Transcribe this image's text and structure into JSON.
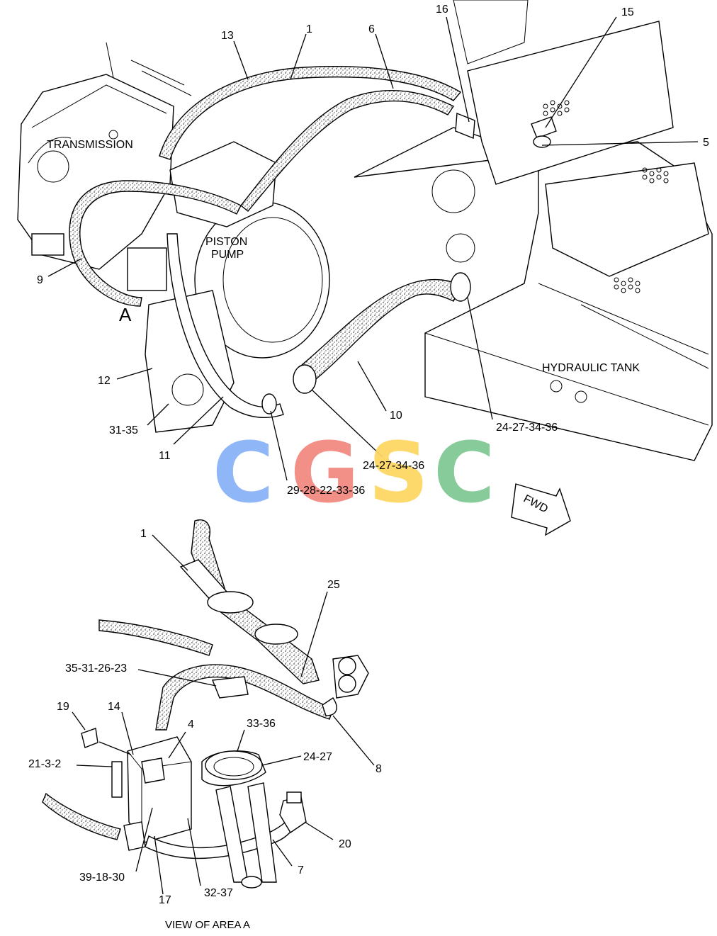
{
  "components": {
    "transmission": "TRANSMISSION",
    "piston_pump_line1": "PISTON",
    "piston_pump_line2": "PUMP",
    "hydraulic_tank": "HYDRAULIC TANK",
    "view_letter": "A",
    "fwd": "FWD"
  },
  "callouts": {
    "c13": "13",
    "c1_top": "1",
    "c6": "6",
    "c16": "16",
    "c15": "15",
    "c5": "5",
    "c9": "9",
    "c12": "12",
    "c31_35": "31-35",
    "c11": "11",
    "c10": "10",
    "c24_27_34_36_right": "24-27-34-36",
    "c24_27_34_36_mid": "24-27-34-36",
    "c29_28_22_33_36": "29-28-22-33-36",
    "c1_detail": "1",
    "c25": "25",
    "c35_31_26_23": "35-31-26-23",
    "c19": "19",
    "c14": "14",
    "c4": "4",
    "c33_36": "33-36",
    "c21_3_2": "21-3-2",
    "c24_27": "24-27",
    "c8": "8",
    "c20": "20",
    "c7": "7",
    "c39_18_30": "39-18-30",
    "c32_37": "32-37",
    "c17": "17"
  },
  "caption": "VIEW OF AREA  A",
  "watermark": {
    "letters": [
      "C",
      "G",
      "S",
      "C"
    ],
    "colors": [
      "#8ab4f8",
      "#f28b82",
      "#fdd663",
      "#81c995"
    ]
  }
}
